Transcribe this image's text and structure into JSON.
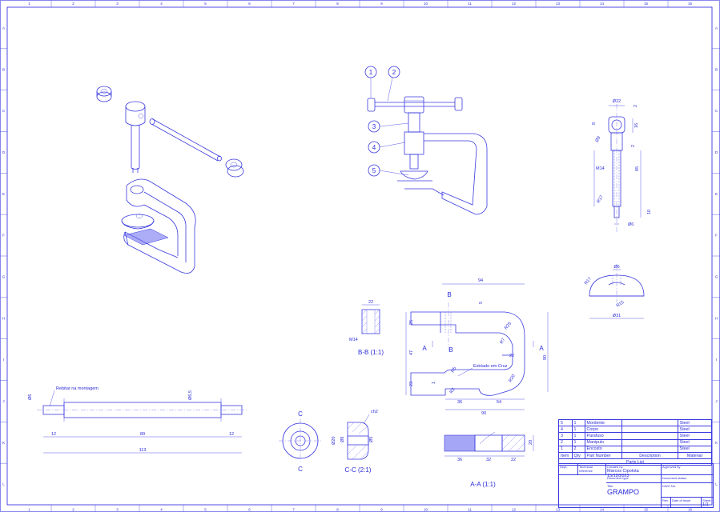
{
  "sheet": {
    "column_labels": [
      "1",
      "2",
      "3",
      "4",
      "5",
      "6",
      "7",
      "8",
      "9",
      "10",
      "11",
      "12",
      "13",
      "14",
      "15",
      "16"
    ],
    "row_labels": [
      "A",
      "B",
      "C",
      "D",
      "E",
      "F",
      "G",
      "H",
      "I",
      "J",
      "K",
      "L"
    ]
  },
  "balloons": [
    "1",
    "2",
    "3",
    "4",
    "5"
  ],
  "views": {
    "bb_label": "B-B (1:1)",
    "cc_label": "C-C (2:1)",
    "aa_label": "A-A (1:1)"
  },
  "annotations": {
    "rebitar": "Rebitar na montagem",
    "estriado": "Estriado em Cruz",
    "section_a": "A",
    "section_b": "B",
    "section_c": "C"
  },
  "dimensions": {
    "pin": {
      "d6": "Ø6",
      "d6_5": "Ø6,5",
      "len12a": "12",
      "len89": "89",
      "len12b": "12",
      "len113": "113"
    },
    "screw": {
      "d22": "Ø22",
      "r2": "2",
      "d8": "8",
      "d9": "Ø9",
      "d16": "16",
      "d2": "2",
      "m14": "M14",
      "d65": "65",
      "r17": "R17",
      "d10": "10",
      "d6": "Ø6"
    },
    "pad": {
      "d6": "Ø6",
      "r17": "R17",
      "r15": "R15",
      "d31": "Ø31"
    },
    "body": {
      "d94": "94",
      "d5": "5",
      "d25": "25",
      "r25": "R25",
      "r7": "R7",
      "d47": "47",
      "d22": "22",
      "d90v": "90",
      "r5": "R5",
      "r20": "R20",
      "d23": "23",
      "d1": "1",
      "r2": "R2",
      "d36": "36",
      "d54": "54",
      "d90h": "90"
    },
    "bb": {
      "d22": "22",
      "m14": "M14"
    },
    "cc": {
      "d20": "Ø20",
      "d8": "Ø8",
      "ch2": "ch2",
      "d5": "Ø5"
    },
    "aa": {
      "d36": "36",
      "d32": "32",
      "d22": "22",
      "d20": "20"
    }
  },
  "parts_list": {
    "rows": [
      {
        "item": "5",
        "qty": "1",
        "part": "Mordente",
        "material": "Steel"
      },
      {
        "item": "4",
        "qty": "1",
        "part": "Corpo",
        "material": "Steel"
      },
      {
        "item": "3",
        "qty": "1",
        "part": "Parafuso",
        "material": "Steel"
      },
      {
        "item": "2",
        "qty": "1",
        "part": "Manipulo",
        "material": "Steel"
      },
      {
        "item": "1",
        "qty": "2",
        "part": "Encosto",
        "material": "Steel"
      }
    ],
    "headers": {
      "item": "Item",
      "qty": "Qty",
      "part": "Part Number",
      "desc": "Description",
      "material": "Material"
    },
    "caption": "Parts List"
  },
  "title_block": {
    "dept_label": "Dept.",
    "tech_ref_label": "Technical reference",
    "created_by_label": "Created by",
    "created_by": "Marcos Cipolota 15/12/2023",
    "approved_label": "Approved by",
    "doc_type_label": "Document type",
    "doc_status_label": "Document status",
    "title_label": "Title",
    "title": "GRAMPO",
    "dwg_label": "DWG No.",
    "rev_label": "Rev.",
    "issue_label": "Date of issue",
    "sheet_label": "Sheet",
    "sheet": "1/1"
  },
  "colors": {
    "line": "#3a3ae0",
    "paper": "#ffffff"
  }
}
